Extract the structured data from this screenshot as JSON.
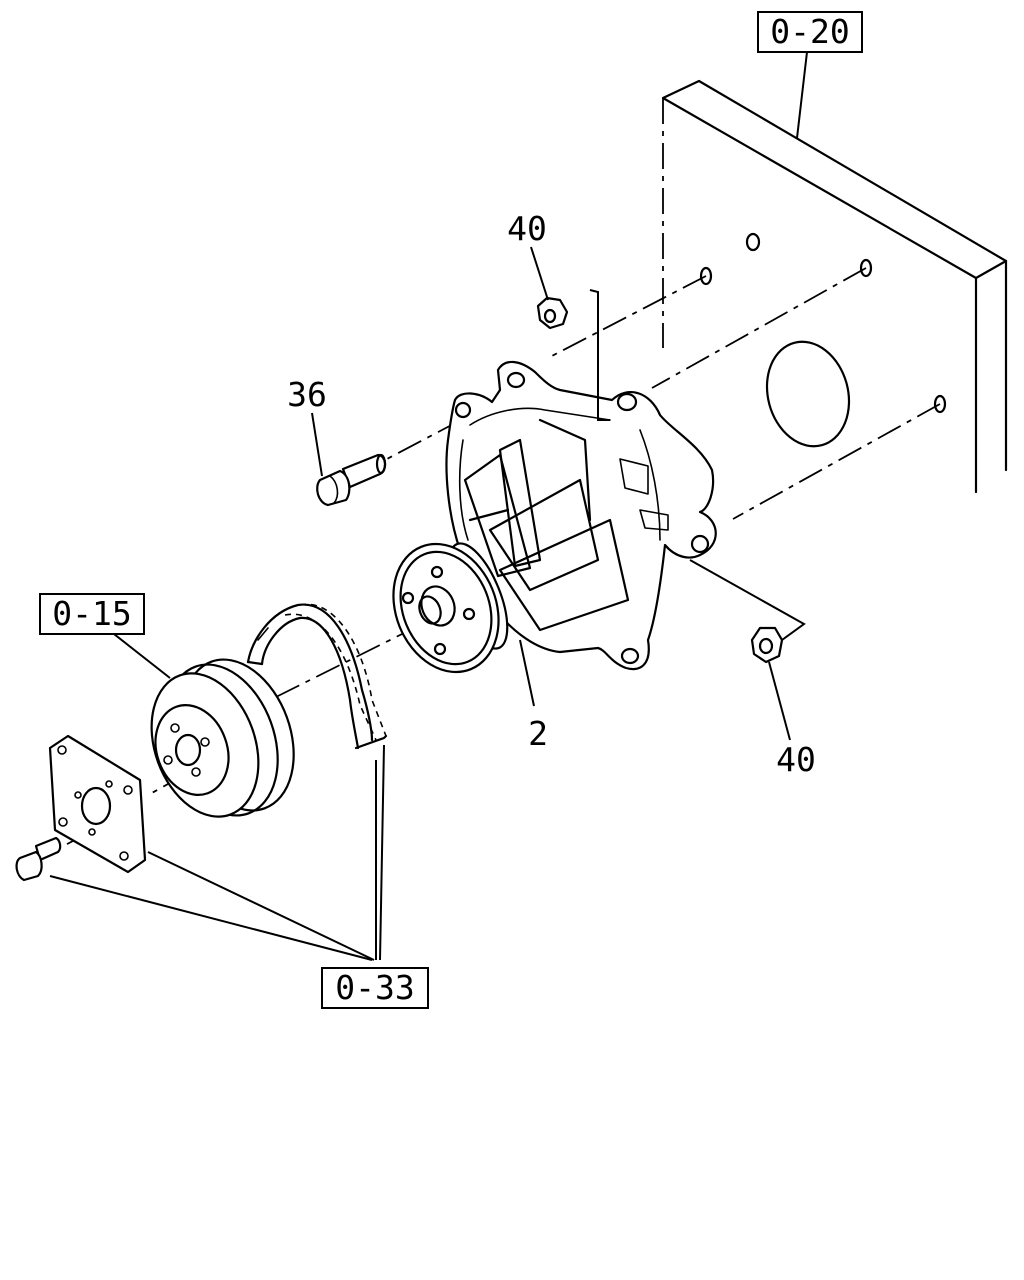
{
  "callouts": {
    "ref_0_20": "0-20",
    "ref_0_15": "0-15",
    "ref_0_33": "0-33",
    "part_40_top": "40",
    "part_36": "36",
    "part_2": "2",
    "part_40_bottom": "40"
  }
}
